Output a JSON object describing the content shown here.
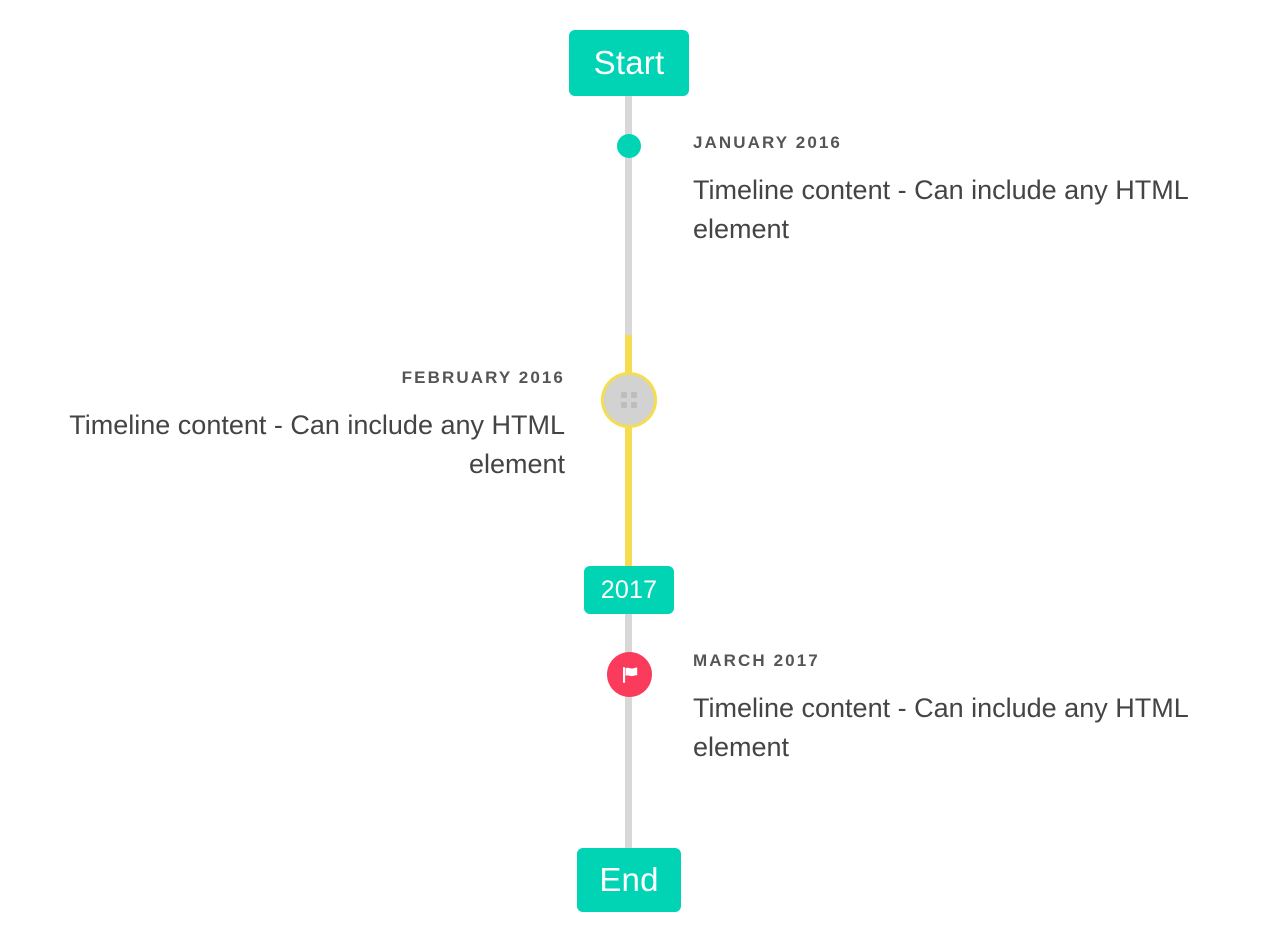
{
  "timeline": {
    "start_badge": {
      "label": "Start"
    },
    "year_badge": {
      "label": "2017"
    },
    "end_badge": {
      "label": "End"
    },
    "entries": [
      {
        "label": "JANUARY 2016",
        "body": "Timeline content - Can include any HTML element",
        "side": "right",
        "marker": "teal-dot",
        "marker_color": "#00d4b4"
      },
      {
        "label": "FEBRUARY 2016",
        "body": "Timeline content - Can include any HTML element",
        "side": "left",
        "marker": "gray-ring",
        "marker_color": "#d2d2d2",
        "ring_color": "#f5dc50"
      },
      {
        "label": "MARCH 2017",
        "body": "Timeline content - Can include any HTML element",
        "side": "right",
        "marker": "flag-icon",
        "marker_color": "#fb3b5c"
      }
    ],
    "colors": {
      "accent_teal": "#00d4b4",
      "line_gray": "#d8d8d8",
      "line_yellow": "#f5dc50",
      "flag_pink": "#fb3b5c",
      "marker_gray": "#d2d2d2",
      "label_text": "#555555",
      "body_text": "#444444",
      "background": "#ffffff"
    }
  }
}
